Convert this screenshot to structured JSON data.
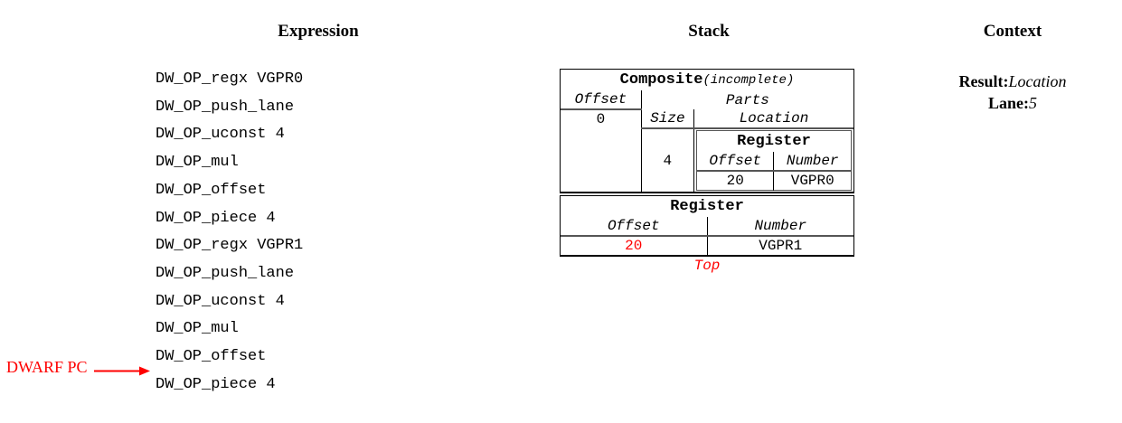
{
  "headers": {
    "expression": "Expression",
    "stack": "Stack",
    "context": "Context"
  },
  "expression": {
    "lines": [
      "DW_OP_regx VGPR0",
      "DW_OP_push_lane",
      "DW_OP_uconst 4",
      "DW_OP_mul",
      "DW_OP_offset",
      "DW_OP_piece 4",
      "DW_OP_regx VGPR1",
      "DW_OP_push_lane",
      "DW_OP_uconst 4",
      "DW_OP_mul",
      "DW_OP_offset",
      "DW_OP_piece 4"
    ]
  },
  "annotation": {
    "label": "DWARF PC",
    "color": "#ff0000"
  },
  "stack": {
    "composite": {
      "title": "Composite",
      "title_note": "(incomplete)",
      "offset_header": "Offset",
      "parts_header": "Parts",
      "offset_value": "0",
      "size_header": "Size",
      "location_header": "Location",
      "size_value": "4",
      "nested_register": {
        "title": "Register",
        "offset_header": "Offset",
        "number_header": "Number",
        "offset_value": "20",
        "number_value": "VGPR0"
      }
    },
    "register": {
      "title": "Register",
      "offset_header": "Offset",
      "number_header": "Number",
      "offset_value": "20",
      "offset_value_color": "#ff0000",
      "number_value": "VGPR1"
    },
    "top_label": "Top",
    "top_label_color": "#ff0000"
  },
  "context": {
    "result_key": "Result:",
    "result_value": "Location",
    "lane_key": "Lane:",
    "lane_value": "5"
  }
}
